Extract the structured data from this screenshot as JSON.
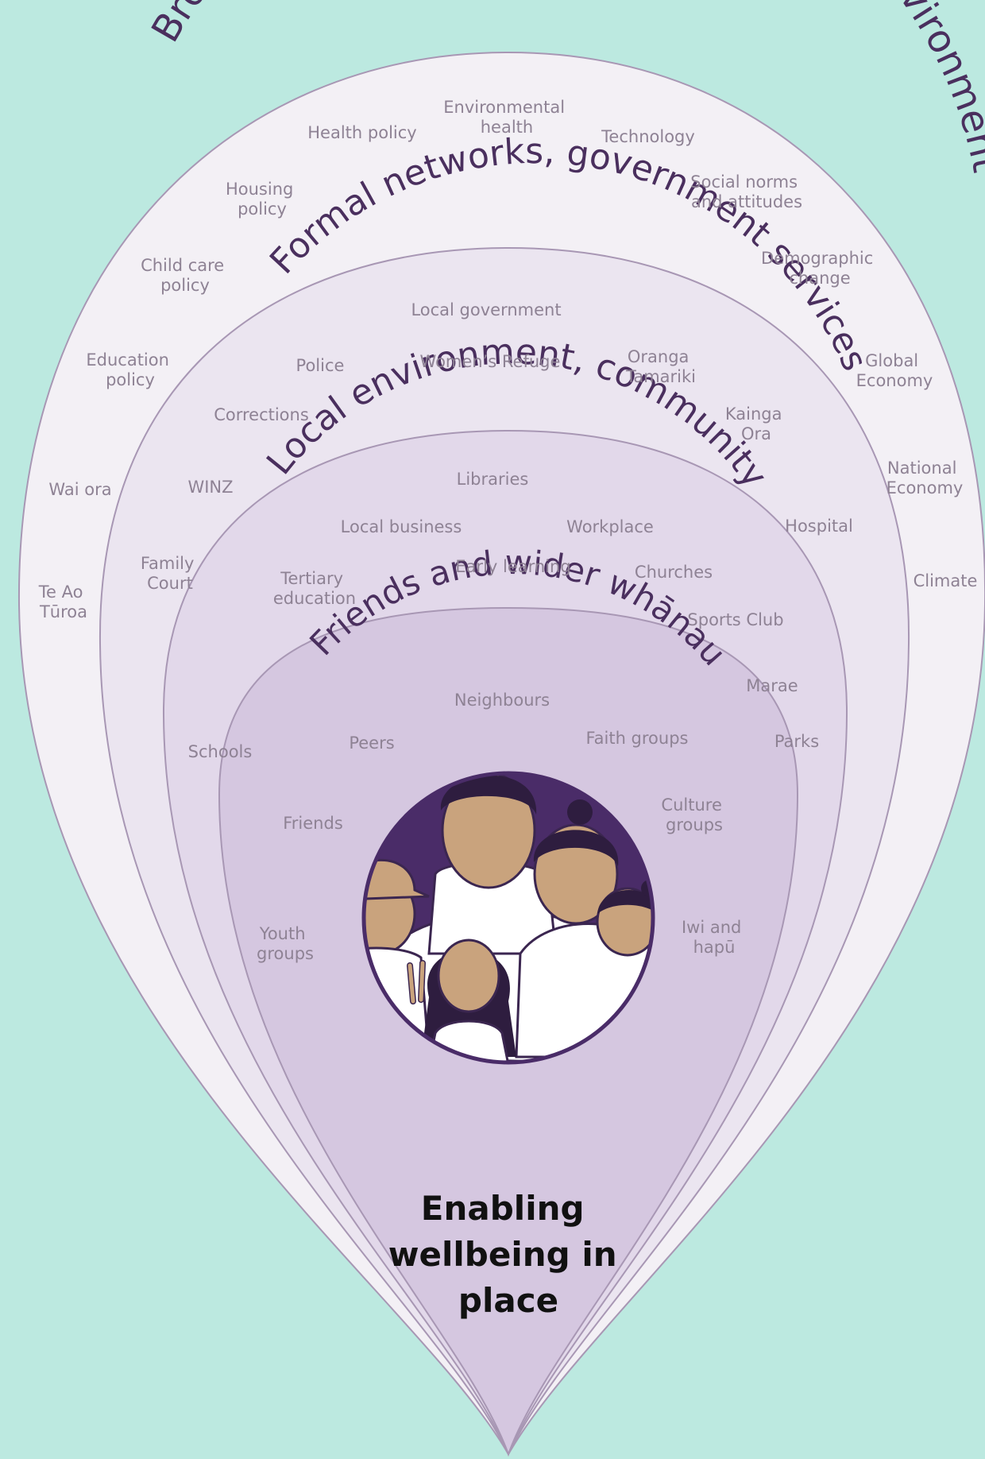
{
  "rings": [
    {
      "id": "broader",
      "title": "Broader economic policy, social and wider environment",
      "fill": "#f3f0f5",
      "items": [
        {
          "lines": [
            "Environmental",
            "health"
          ]
        },
        {
          "lines": [
            "Health policy"
          ]
        },
        {
          "lines": [
            "Technology"
          ]
        },
        {
          "lines": [
            "Housing",
            "policy"
          ]
        },
        {
          "lines": [
            "Social norms",
            "and attitudes"
          ]
        },
        {
          "lines": [
            "Child care",
            "policy"
          ]
        },
        {
          "lines": [
            "Demographic",
            "change"
          ]
        },
        {
          "lines": [
            "Education",
            "policy"
          ]
        },
        {
          "lines": [
            "Global",
            "Economy"
          ]
        },
        {
          "lines": [
            "Wai ora"
          ]
        },
        {
          "lines": [
            "National",
            "Economy"
          ]
        },
        {
          "lines": [
            "Te Ao",
            "Tūroa"
          ]
        },
        {
          "lines": [
            "Climate"
          ]
        }
      ]
    },
    {
      "id": "formal",
      "title": "Formal networks, government services",
      "fill": "#ebe5f0",
      "items": [
        {
          "lines": [
            "Local government"
          ]
        },
        {
          "lines": [
            "Police"
          ]
        },
        {
          "lines": [
            "Women’s Refuge"
          ]
        },
        {
          "lines": [
            "Oranga",
            "Tamariki"
          ]
        },
        {
          "lines": [
            "Corrections"
          ]
        },
        {
          "lines": [
            "Kainga",
            "Ora"
          ]
        },
        {
          "lines": [
            "WINZ"
          ]
        },
        {
          "lines": [
            "Hospital"
          ]
        },
        {
          "lines": [
            "Family",
            "Court"
          ]
        }
      ]
    },
    {
      "id": "local",
      "title": "Local environment, community",
      "fill": "#e2d8ea",
      "items": [
        {
          "lines": [
            "Libraries"
          ]
        },
        {
          "lines": [
            "Local business"
          ]
        },
        {
          "lines": [
            "Workplace"
          ]
        },
        {
          "lines": [
            "Early learning"
          ]
        },
        {
          "lines": [
            "Tertiary",
            "education"
          ]
        },
        {
          "lines": [
            "Churches"
          ]
        },
        {
          "lines": [
            "Sports Club"
          ]
        },
        {
          "lines": [
            "Marae"
          ]
        },
        {
          "lines": [
            "Parks"
          ]
        },
        {
          "lines": [
            "Schools"
          ]
        }
      ]
    },
    {
      "id": "friends",
      "title": "Friends and wider whānau",
      "fill": "#d5c7e0",
      "items": [
        {
          "lines": [
            "Neighbours"
          ]
        },
        {
          "lines": [
            "Peers"
          ]
        },
        {
          "lines": [
            "Faith groups"
          ]
        },
        {
          "lines": [
            "Friends"
          ]
        },
        {
          "lines": [
            "Culture",
            "groups"
          ]
        },
        {
          "lines": [
            "Youth",
            "groups"
          ]
        },
        {
          "lines": [
            "Iwi and",
            "hapū"
          ]
        }
      ]
    }
  ],
  "center": {
    "lines": [
      "Enabling",
      "wellbeing in",
      "place"
    ]
  },
  "colors": {
    "background": "#bce9e0",
    "outline": "#a897b4",
    "title": "#4a2f5e",
    "item": "#8e8294",
    "family_circle": "#4a2c68",
    "skin": "#c9a37d"
  }
}
